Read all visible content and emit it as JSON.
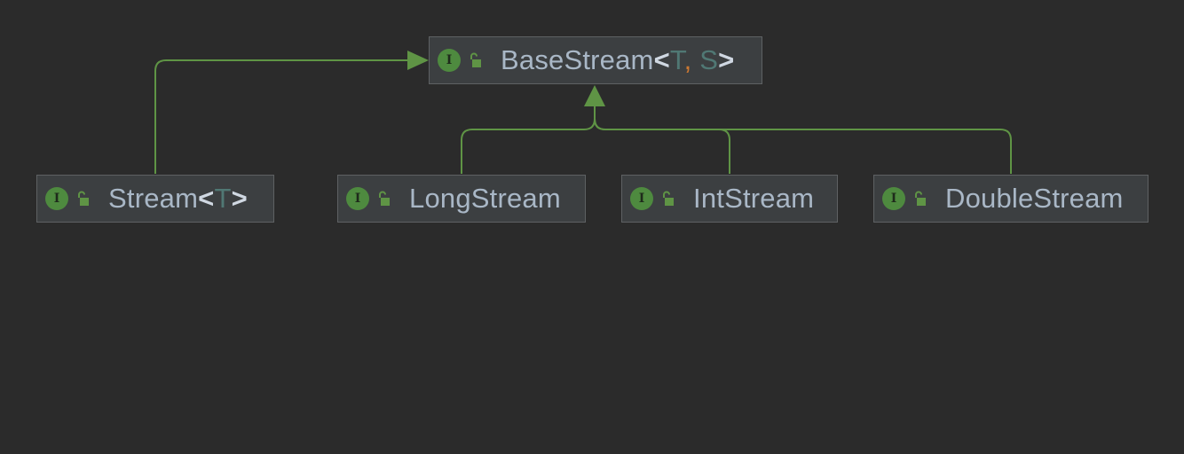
{
  "colors": {
    "background": "#2b2b2b",
    "node_fill": "#3c3f41",
    "node_border": "#5e6163",
    "edge": "#5f9445",
    "interface_icon": "#4e8a3f",
    "label_text": "#a9b7c6",
    "type_param": "#507874",
    "separator": "#cc7832"
  },
  "nodes": {
    "base_stream": {
      "kind_icon": "interface-icon",
      "kind_letter": "I",
      "access_icon": "unlocked-icon",
      "name": "BaseStream",
      "open": "<",
      "param1": "T",
      "sep": ",",
      "param2": "S",
      "close": ">"
    },
    "stream": {
      "kind_icon": "interface-icon",
      "kind_letter": "I",
      "access_icon": "unlocked-icon",
      "name": "Stream",
      "open": "<",
      "param1": "T",
      "close": ">"
    },
    "long_stream": {
      "kind_icon": "interface-icon",
      "kind_letter": "I",
      "access_icon": "unlocked-icon",
      "name": "LongStream"
    },
    "int_stream": {
      "kind_icon": "interface-icon",
      "kind_letter": "I",
      "access_icon": "unlocked-icon",
      "name": "IntStream"
    },
    "double_stream": {
      "kind_icon": "interface-icon",
      "kind_letter": "I",
      "access_icon": "unlocked-icon",
      "name": "DoubleStream"
    }
  },
  "edges": [
    {
      "from": "Stream",
      "to": "BaseStream",
      "relation": "extends"
    },
    {
      "from": "LongStream",
      "to": "BaseStream",
      "relation": "extends"
    },
    {
      "from": "IntStream",
      "to": "BaseStream",
      "relation": "extends"
    },
    {
      "from": "DoubleStream",
      "to": "BaseStream",
      "relation": "extends"
    }
  ]
}
